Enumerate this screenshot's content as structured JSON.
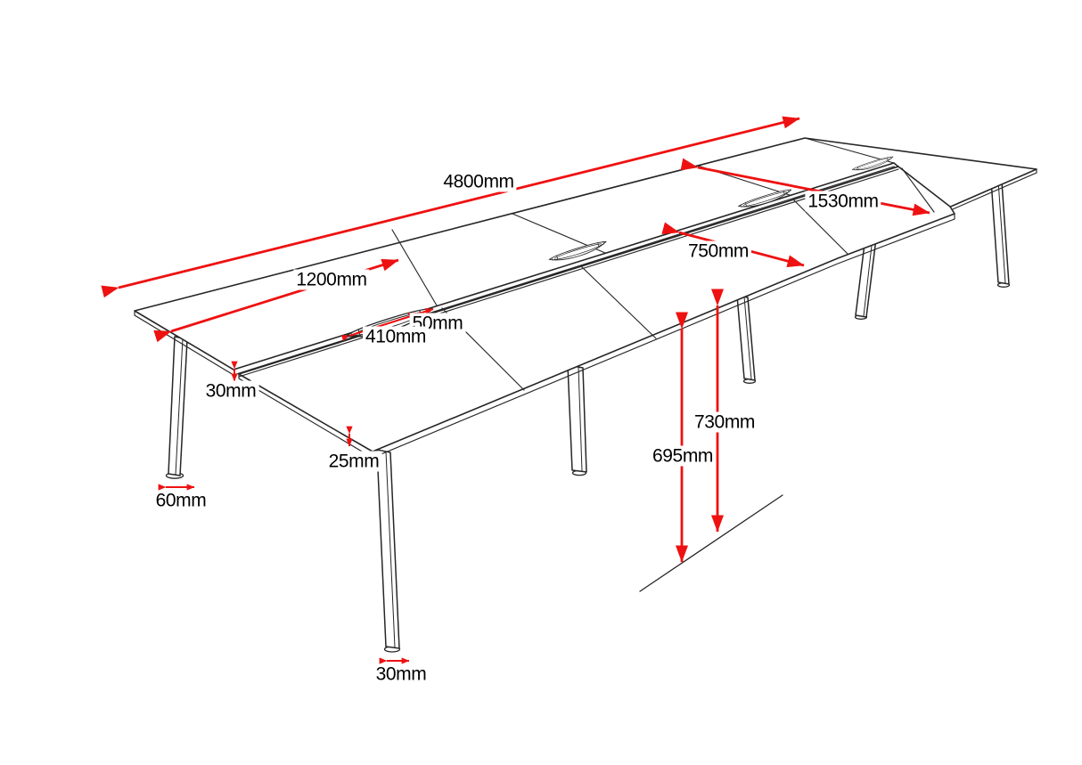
{
  "page": {
    "background": "#ffffff"
  },
  "drawing": {
    "type": "isometric-dimension-diagram",
    "subject": "back-to-back bench desk system",
    "line_color": "#262626",
    "dimension_color": "#ee1111",
    "label_color": "#000000"
  },
  "dimensions": {
    "overall_length": {
      "text": "4800mm"
    },
    "bench_total_depth": {
      "text": "1530mm"
    },
    "desk_width": {
      "text": "1200mm"
    },
    "desktop_depth": {
      "text": "750mm"
    },
    "cable_port_depth": {
      "text": "50mm"
    },
    "cable_port_width": {
      "text": "410mm"
    },
    "center_gap": {
      "text": "30mm"
    },
    "desktop_thickness": {
      "text": "25mm"
    },
    "foot_width": {
      "text": "60mm"
    },
    "overall_height": {
      "text": "730mm"
    },
    "underside_height": {
      "text": "695mm"
    },
    "leg_width": {
      "text": "30mm"
    }
  }
}
